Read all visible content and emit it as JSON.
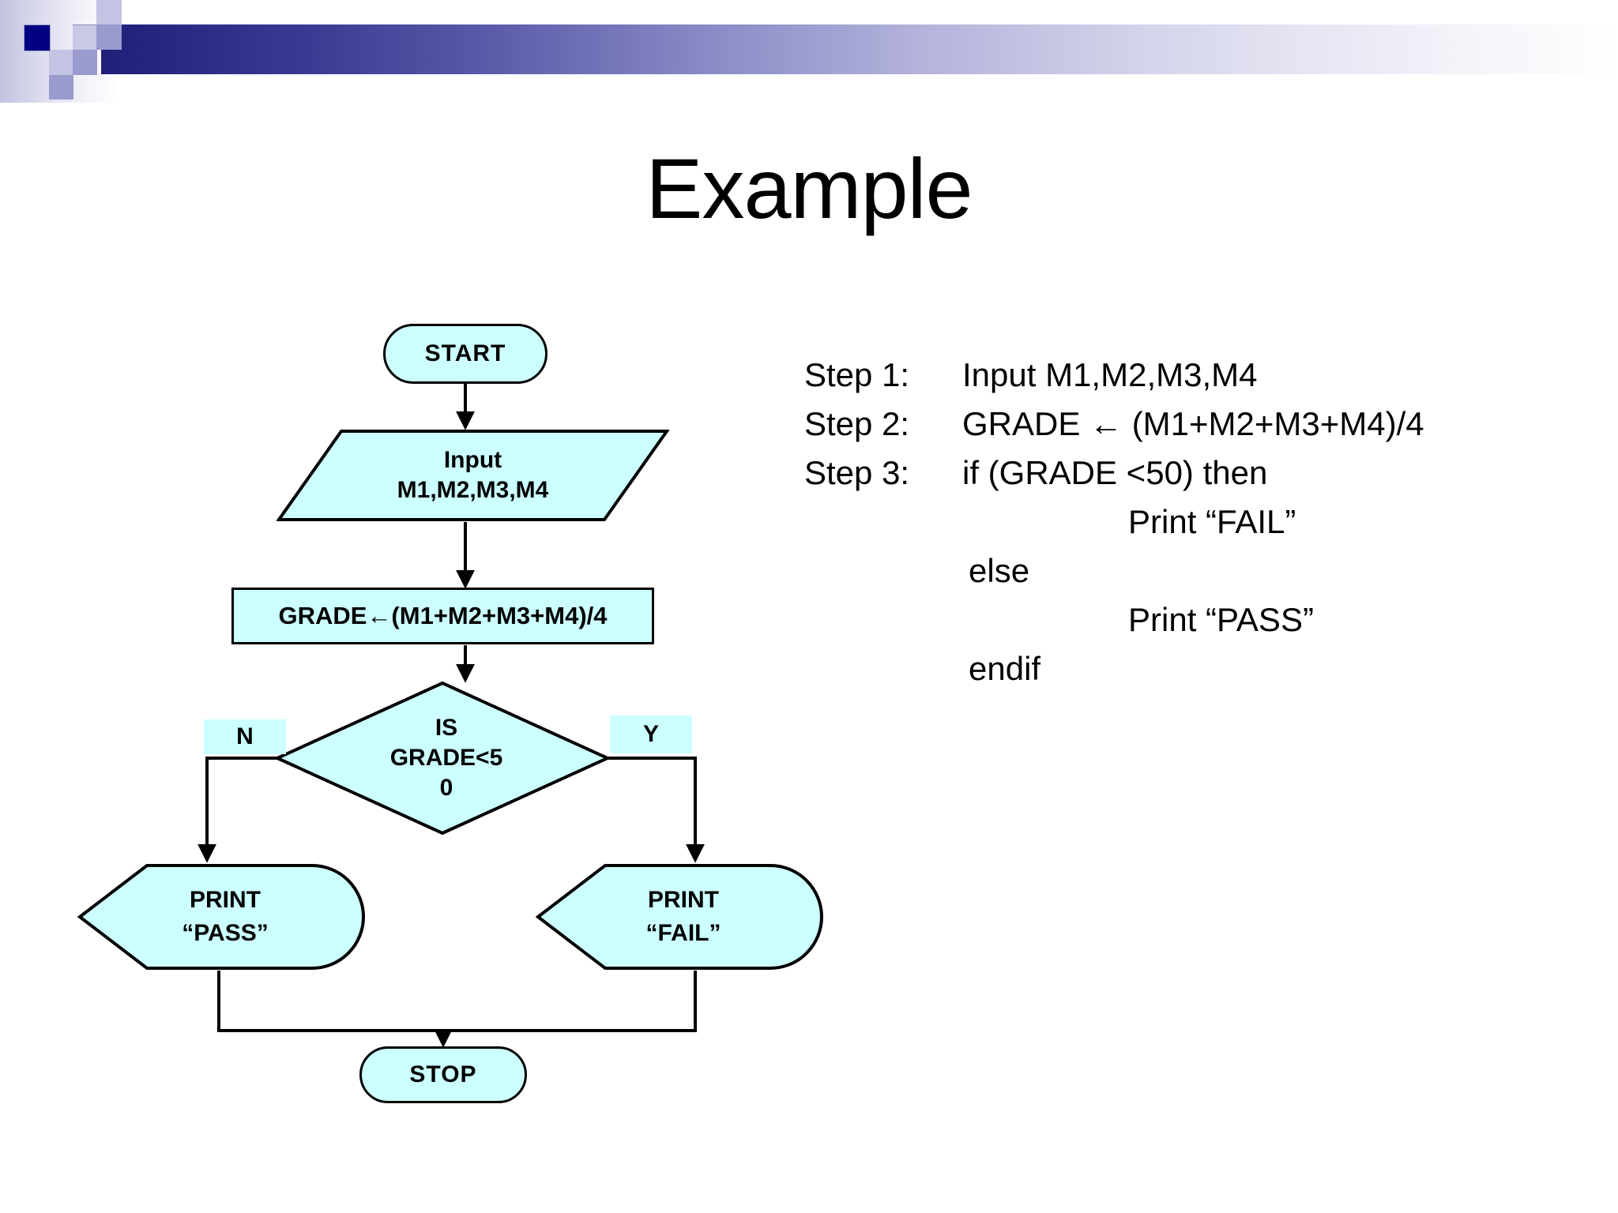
{
  "slide": {
    "title": "Example",
    "background_color": "#ffffff"
  },
  "theme": {
    "accent_navy": "#000080",
    "accent_lavender": "#9a9ace",
    "shape_fill": "#ccffff",
    "shape_stroke": "#000000"
  },
  "pseudocode": {
    "lines": [
      {
        "step": "Step 1:",
        "text": "Input M1,M2,M3,M4",
        "indent": 0
      },
      {
        "step": "Step 2:",
        "text": "GRADE ← (M1+M2+M3+M4)/4",
        "indent": 0
      },
      {
        "step": "Step 3:",
        "text": "if (GRADE <50) then",
        "indent": 0
      },
      {
        "step": "",
        "text": "Print “FAIL”",
        "indent": 2
      },
      {
        "step": "",
        "text": "else",
        "indent": 1
      },
      {
        "step": "",
        "text": "Print “PASS”",
        "indent": 2
      },
      {
        "step": "",
        "text": "endif",
        "indent": 1
      }
    ],
    "line_1_step": "Step 1:",
    "line_1_text": "Input M1,M2,M3,M4",
    "line_2_step": "Step 2:",
    "line_2_text": "GRADE ← (M1+M2+M3+M4)/4",
    "line_3_step": "Step 3:",
    "line_3_text": "if (GRADE <50) then",
    "line_4_text": "Print “FAIL”",
    "line_5_text": "else",
    "line_6_text": "Print “PASS”",
    "line_7_text": "endif"
  },
  "flowchart": {
    "type": "flowchart",
    "nodes": {
      "start": {
        "label": "START",
        "shape": "terminator"
      },
      "input": {
        "label_line_1": "Input",
        "label_line_2": "M1,M2,M3,M4",
        "shape": "parallelogram"
      },
      "process": {
        "label": "GRADE←(M1+M2+M3+M4)/4",
        "shape": "rectangle"
      },
      "decision": {
        "label_line_1": "IS",
        "label_line_2": "GRADE<5",
        "label_line_3": "0",
        "shape": "diamond"
      },
      "branch_no": {
        "label": "N"
      },
      "branch_yes": {
        "label": "Y"
      },
      "print_pass": {
        "label_line_1": "PRINT",
        "label_line_2": "“PASS”",
        "shape": "display"
      },
      "print_fail": {
        "label_line_1": "PRINT",
        "label_line_2": "“FAIL”",
        "shape": "display"
      },
      "stop": {
        "label": "STOP",
        "shape": "terminator"
      }
    },
    "edges": [
      {
        "from": "start",
        "to": "input"
      },
      {
        "from": "input",
        "to": "process"
      },
      {
        "from": "process",
        "to": "decision"
      },
      {
        "from": "decision",
        "to": "print_pass",
        "label": "N"
      },
      {
        "from": "decision",
        "to": "print_fail",
        "label": "Y"
      },
      {
        "from": "print_pass",
        "to": "stop"
      },
      {
        "from": "print_fail",
        "to": "stop"
      }
    ]
  }
}
